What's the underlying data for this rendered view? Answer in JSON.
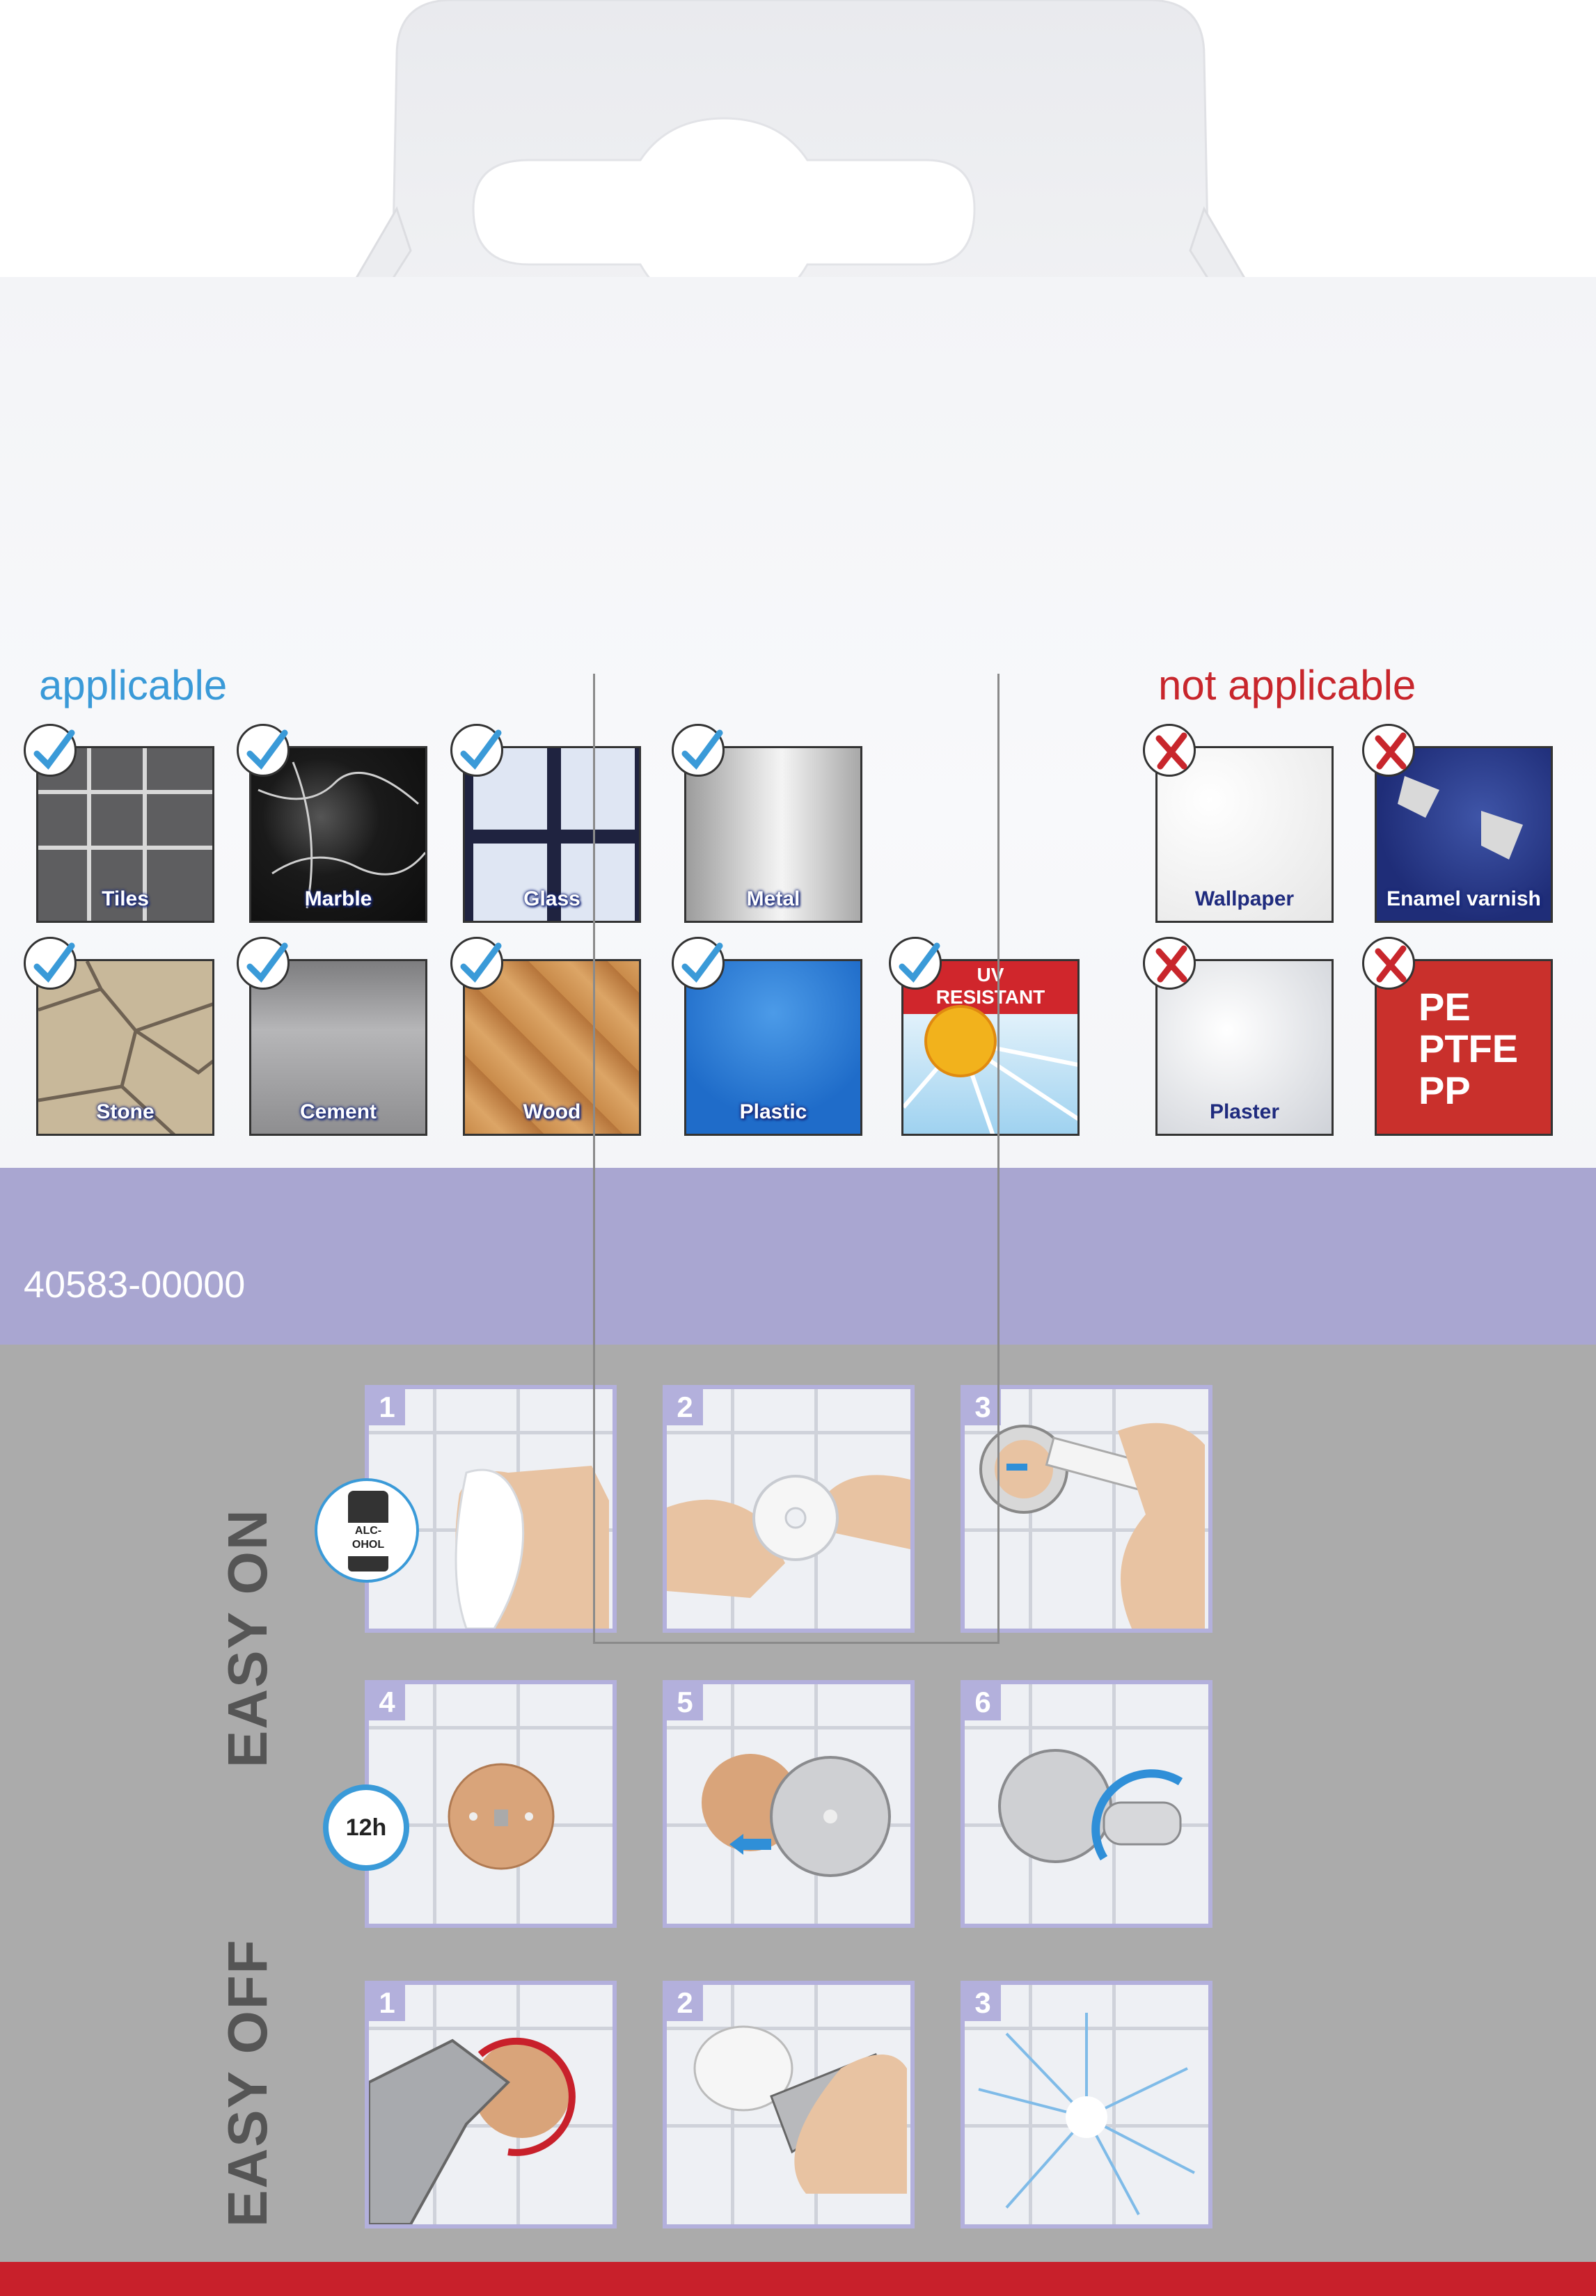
{
  "headings": {
    "applicable": "applicable",
    "not_applicable": "not applicable"
  },
  "applicable": [
    {
      "label": "Tiles"
    },
    {
      "label": "Marble"
    },
    {
      "label": "Glass"
    },
    {
      "label": "Metal"
    },
    {
      "label": "Stone"
    },
    {
      "label": "Cement"
    },
    {
      "label": "Wood"
    },
    {
      "label": "Plastic"
    }
  ],
  "uv": {
    "line1": "UV",
    "line2": "RESISTANT"
  },
  "not_applicable": [
    {
      "label": "Wallpaper"
    },
    {
      "label": "Enamel varnish"
    },
    {
      "label": "Plaster"
    }
  ],
  "plastics": {
    "line1": "PE",
    "line2": "PTFE",
    "line3": "PP"
  },
  "article_number": "40583-00000",
  "easy_on": {
    "title": "EASY ON",
    "steps": [
      "1",
      "2",
      "3",
      "4",
      "5",
      "6"
    ],
    "alcohol_label_1": "ALC-",
    "alcohol_label_2": "OHOL",
    "cure_time": "12h"
  },
  "easy_off": {
    "title": "EASY OFF",
    "steps": [
      "1",
      "2",
      "3"
    ]
  },
  "colors": {
    "applicable": "#3a9ad8",
    "not_applicable": "#c8262c",
    "band": "#a9a6d1",
    "grey": "#ababab",
    "stripe": "#c8202b"
  }
}
